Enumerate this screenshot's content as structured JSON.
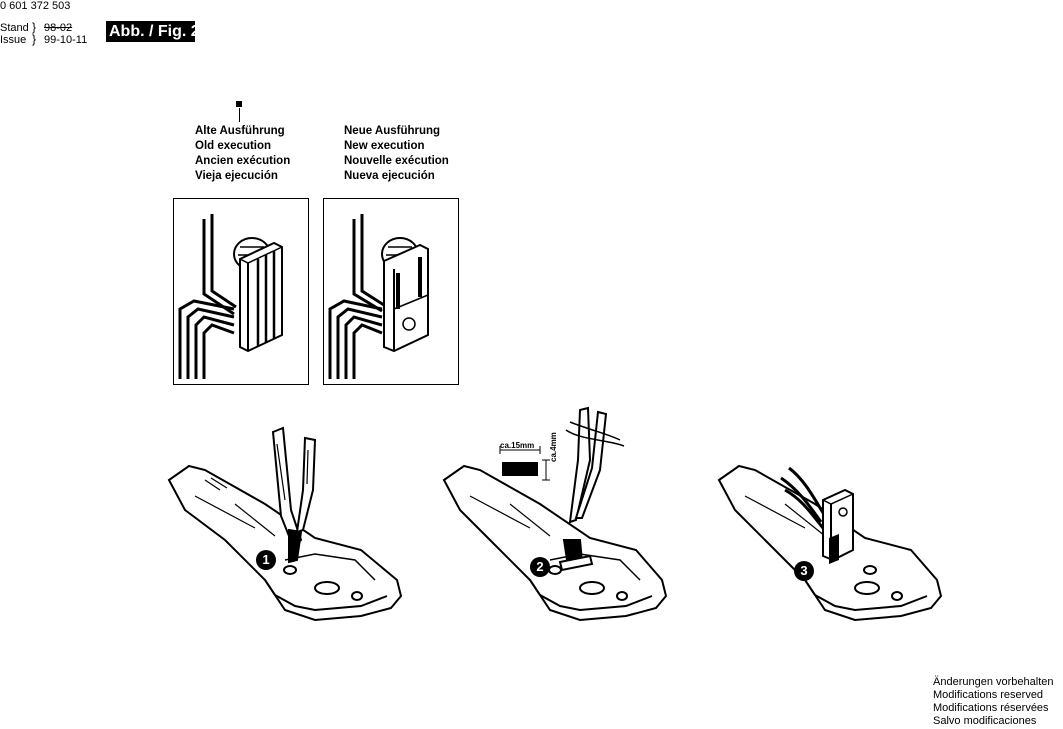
{
  "header": {
    "part_number": "0 601 372 503",
    "stand_label": "Stand",
    "stand_value": "98-02",
    "issue_label": "Issue",
    "issue_value": "99-10-11",
    "figure_tag": "Abb. / Fig. 2"
  },
  "legend": {
    "old": [
      "Alte Ausführung",
      "Old execution",
      "Ancien exécution",
      "Vieja ejecución"
    ],
    "new": [
      "Neue Ausführung",
      "New execution",
      "Nouvelle exécution",
      "Nueva ejecución"
    ]
  },
  "steps": {
    "step1_badge": "1",
    "step2_badge": "2",
    "step3_badge": "3",
    "dim_length": "ca.15mm",
    "dim_width": "ca.4mm"
  },
  "notes": [
    "Änderungen vorbehalten",
    "Modifications reserved",
    "Modifications réservées",
    "Salvo modificaciones"
  ]
}
